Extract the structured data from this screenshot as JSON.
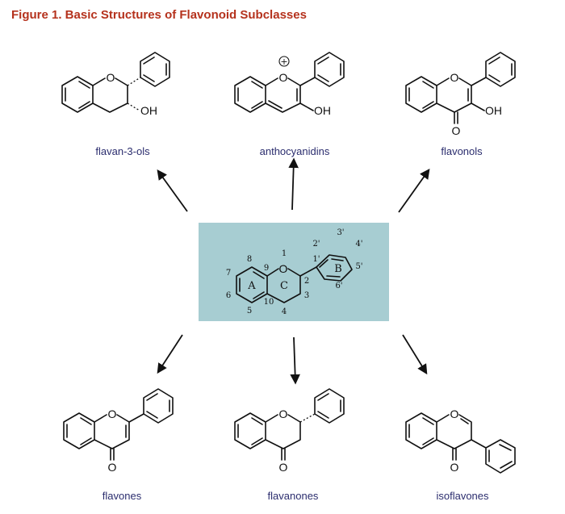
{
  "title": "Figure 1. Basic Structures of Flavonoid Subclasses",
  "center": {
    "atom_o": "O",
    "ring_labels": [
      "A",
      "C",
      "B"
    ],
    "numbers": [
      "1",
      "2",
      "3",
      "4",
      "5",
      "6",
      "7",
      "8",
      "9",
      "10",
      "1'",
      "2'",
      "3'",
      "4'",
      "5'",
      "6'"
    ],
    "box_color": "#a7cdd2"
  },
  "subclasses": {
    "flavan3ols": {
      "label": "flavan-3-ols",
      "o": "O",
      "oh": "OH"
    },
    "anthocyanidins": {
      "label": "anthocyanidins",
      "o": "O",
      "charge": "+",
      "oh": "OH"
    },
    "flavonols": {
      "label": "flavonols",
      "o": "O",
      "keto": "O",
      "oh": "OH"
    },
    "flavones": {
      "label": "flavones",
      "o": "O",
      "keto": "O"
    },
    "flavanones": {
      "label": "flavanones",
      "o": "O",
      "keto": "O"
    },
    "isoflavones": {
      "label": "isoflavones",
      "o": "O",
      "keto": "O"
    }
  }
}
